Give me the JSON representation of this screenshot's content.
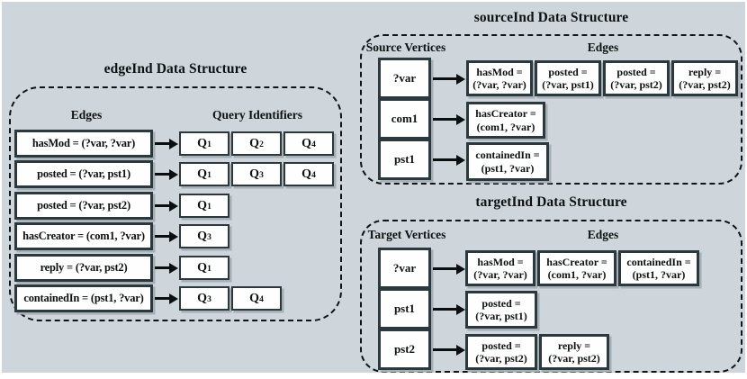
{
  "colors": {
    "background": "#cfd6db",
    "box_border": "#2b383e",
    "box_fill": "#fefefe",
    "dash_border": "#101416",
    "text": "#0e1111",
    "shadow": "#a6afb4"
  },
  "edgeInd": {
    "title": "edgeInd Data Structure",
    "headers": {
      "edges": "Edges",
      "queries": "Query Identifiers"
    },
    "rows": [
      {
        "edge": "hasMod = (?var, ?var)",
        "queries": [
          {
            "base": "Q",
            "sub": "1"
          },
          {
            "base": "Q",
            "sub": "2"
          },
          {
            "base": "Q",
            "sub": "4"
          }
        ]
      },
      {
        "edge": "posted = (?var, pst1)",
        "queries": [
          {
            "base": "Q",
            "sub": "1"
          },
          {
            "base": "Q",
            "sub": "3"
          },
          {
            "base": "Q",
            "sub": "4"
          }
        ]
      },
      {
        "edge": "posted = (?var, pst2)",
        "queries": [
          {
            "base": "Q",
            "sub": "1"
          }
        ]
      },
      {
        "edge": "hasCreator = (com1, ?var)",
        "queries": [
          {
            "base": "Q",
            "sub": "3"
          }
        ]
      },
      {
        "edge": "reply = (?var, pst2)",
        "queries": [
          {
            "base": "Q",
            "sub": "1"
          }
        ]
      },
      {
        "edge": "containedIn = (pst1, ?var)",
        "queries": [
          {
            "base": "Q",
            "sub": "3"
          },
          {
            "base": "Q",
            "sub": "4"
          }
        ]
      }
    ]
  },
  "sourceInd": {
    "title": "sourceInd Data Structure",
    "headers": {
      "vertices": "Source Vertices",
      "edges": "Edges"
    },
    "rows": [
      {
        "vertex": "?var",
        "edges": [
          {
            "l1": "hasMod =",
            "l2": "(?var, ?var)"
          },
          {
            "l1": "posted =",
            "l2": "(?var, pst1)"
          },
          {
            "l1": "posted =",
            "l2": "(?var, pst2)"
          },
          {
            "l1": "reply =",
            "l2": "(?var, pst2)"
          }
        ]
      },
      {
        "vertex": "com1",
        "edges": [
          {
            "l1": "hasCreator =",
            "l2": "(com1, ?var)"
          }
        ]
      },
      {
        "vertex": "pst1",
        "edges": [
          {
            "l1": "containedIn =",
            "l2": "(pst1, ?var)"
          }
        ]
      }
    ]
  },
  "targetInd": {
    "title": "targetInd Data Structure",
    "headers": {
      "vertices": "Target Vertices",
      "edges": "Edges"
    },
    "rows": [
      {
        "vertex": "?var",
        "edges": [
          {
            "l1": "hasMod =",
            "l2": "(?var, ?var)"
          },
          {
            "l1": "hasCreator =",
            "l2": "(com1, ?var)"
          },
          {
            "l1": "containedIn =",
            "l2": "(pst1, ?var)"
          }
        ]
      },
      {
        "vertex": "pst1",
        "edges": [
          {
            "l1": "posted =",
            "l2": "(?var, pst1)"
          }
        ]
      },
      {
        "vertex": "pst2",
        "edges": [
          {
            "l1": "posted =",
            "l2": "(?var, pst2)"
          },
          {
            "l1": "reply =",
            "l2": "(?var, pst2)"
          }
        ]
      }
    ]
  }
}
